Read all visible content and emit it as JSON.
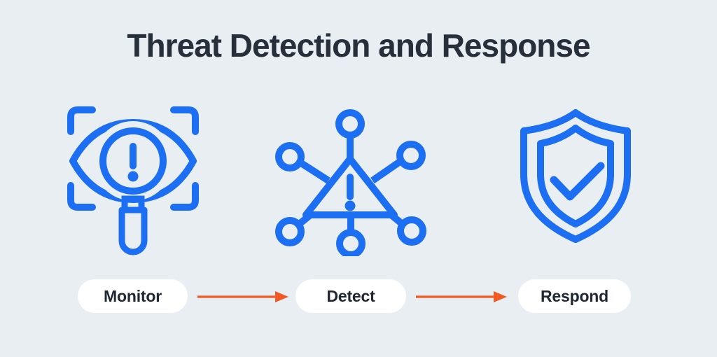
{
  "title": "Threat Detection and Response",
  "colors": {
    "background": "#e9eef3",
    "icon_blue": "#1c6ef2",
    "arrow_orange": "#f15a24",
    "title_text": "#262f3a",
    "label_text": "#1f2733",
    "pill_background": "#ffffff"
  },
  "steps": [
    {
      "label": "Monitor",
      "icon": "scan-eye-magnifier-alert-icon"
    },
    {
      "label": "Detect",
      "icon": "network-alert-triangle-icon"
    },
    {
      "label": "Respond",
      "icon": "shield-check-icon"
    }
  ],
  "arrows": [
    {
      "from": "Monitor",
      "to": "Detect",
      "direction": "right"
    },
    {
      "from": "Detect",
      "to": "Respond",
      "direction": "right"
    }
  ]
}
